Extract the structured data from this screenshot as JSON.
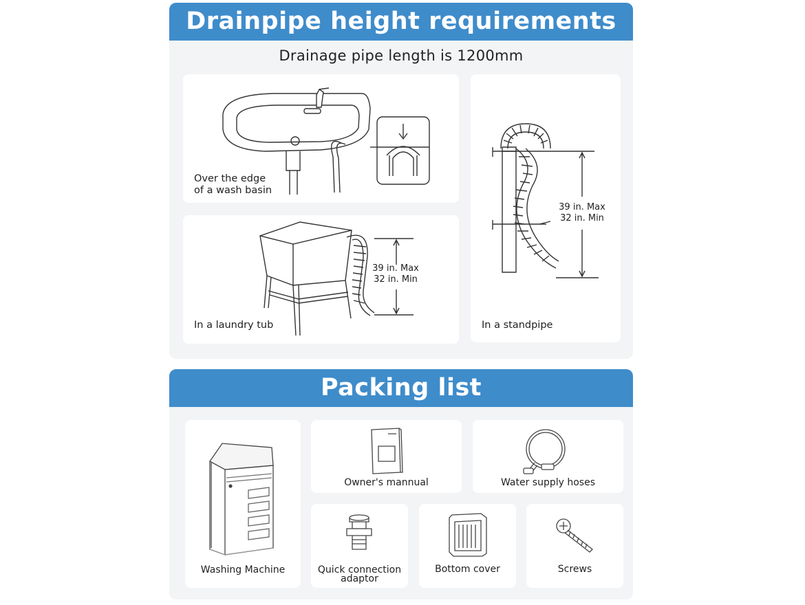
{
  "drainpipe": {
    "title": "Drainpipe height requirements",
    "subtitle": "Drainage pipe length is 1200mm",
    "basin": {
      "label_line1": "Over the edge",
      "label_line2": "of a wash basin"
    },
    "tub": {
      "label": "In a laundry tub",
      "max": "39 in. Max",
      "min": "32 in. Min"
    },
    "standpipe": {
      "label": "In a standpipe",
      "max": "39 in. Max",
      "min": "32 in. Min"
    }
  },
  "packing": {
    "title": "Packing list",
    "items": [
      {
        "label": "Washing Machine"
      },
      {
        "label": "Owner's mannual"
      },
      {
        "label": "Water supply hoses"
      },
      {
        "label_line1": "Quick connection",
        "label_line2": "adaptor"
      },
      {
        "label": "Bottom cover"
      },
      {
        "label": "Screws"
      }
    ]
  }
}
